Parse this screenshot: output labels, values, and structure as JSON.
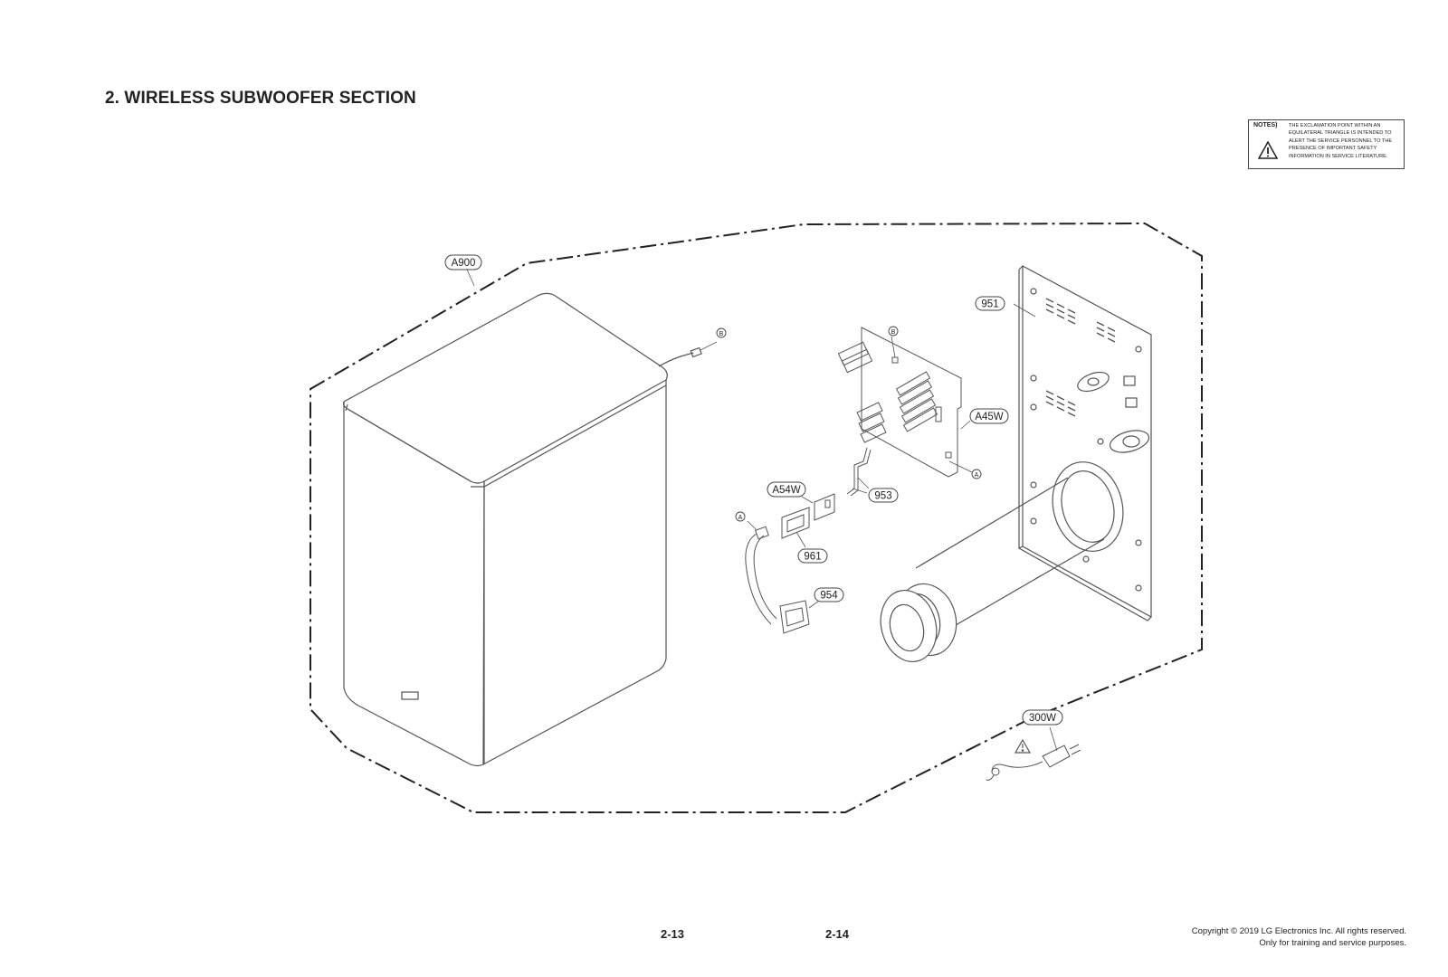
{
  "section": {
    "title": "2. WIRELESS SUBWOOFER SECTION"
  },
  "notes": {
    "label": "NOTES)",
    "text": "THE EXCLAMATION POINT WITHIN AN EQUILATERAL TRIANGLE IS INTENDED TO ALERT THE SERVICE PERSONNEL TO THE PRESENCE OF IMPORTANT SAFETY INFORMATION IN SERVICE LITERATURE.",
    "icon": "warning-triangle-icon"
  },
  "parts": {
    "a900": "A900",
    "p951": "951",
    "a45w": "A45W",
    "a54w": "A54W",
    "p953": "953",
    "p961": "961",
    "p954": "954",
    "p300w": "300W"
  },
  "connectors": {
    "b": "B",
    "a": "A"
  },
  "footer": {
    "page_left": "2-13",
    "page_right": "2-14",
    "copyright_line1": "Copyright © 2019 LG Electronics Inc. All rights reserved.",
    "copyright_line2": "Only for training and service purposes."
  }
}
